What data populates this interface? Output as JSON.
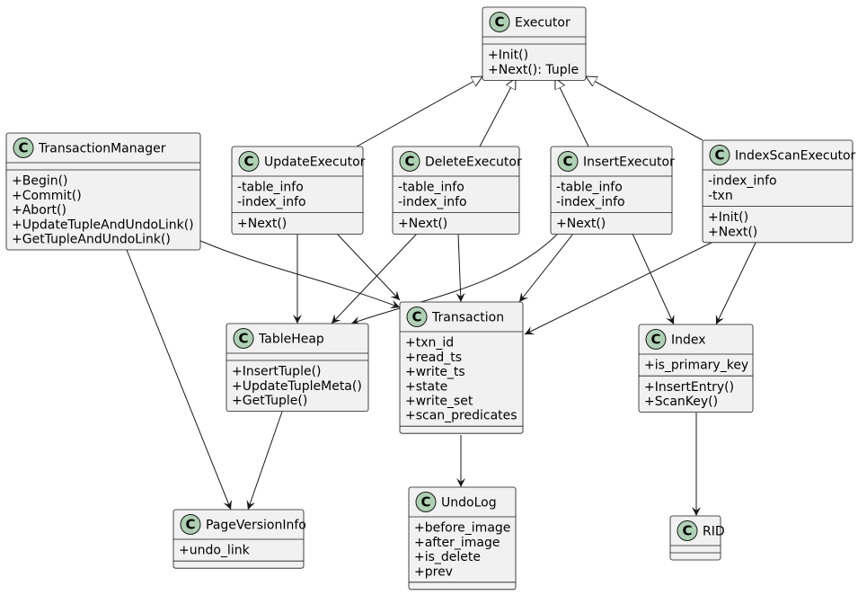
{
  "colors": {
    "class_fill": "#f1f1f1",
    "class_border": "#181818",
    "class_icon": "#add1b2"
  },
  "class_icon_letter": "C",
  "classes": {
    "executor": {
      "name": "Executor",
      "attributes": [],
      "methods": [
        "+Init()",
        "+Next(): Tuple"
      ]
    },
    "transaction_manager": {
      "name": "TransactionManager",
      "attributes": [],
      "methods": [
        "+Begin()",
        "+Commit()",
        "+Abort()",
        "+UpdateTupleAndUndoLink()",
        "+GetTupleAndUndoLink()"
      ]
    },
    "update_executor": {
      "name": "UpdateExecutor",
      "attributes": [
        "-table_info",
        "-index_info"
      ],
      "methods": [
        "+Next()"
      ]
    },
    "delete_executor": {
      "name": "DeleteExecutor",
      "attributes": [
        "-table_info",
        "-index_info"
      ],
      "methods": [
        "+Next()"
      ]
    },
    "insert_executor": {
      "name": "InsertExecutor",
      "attributes": [
        "-table_info",
        "-index_info"
      ],
      "methods": [
        "+Next()"
      ]
    },
    "index_scan_executor": {
      "name": "IndexScanExecutor",
      "attributes": [
        "-index_info",
        "-txn"
      ],
      "methods": [
        "+Init()",
        "+Next()"
      ]
    },
    "table_heap": {
      "name": "TableHeap",
      "attributes": [],
      "methods": [
        "+InsertTuple()",
        "+UpdateTupleMeta()",
        "+GetTuple()"
      ]
    },
    "transaction": {
      "name": "Transaction",
      "attributes": [
        "+txn_id",
        "+read_ts",
        "+write_ts",
        "+state",
        "+write_set",
        "+scan_predicates"
      ],
      "methods": []
    },
    "index": {
      "name": "Index",
      "attributes": [
        "+is_primary_key"
      ],
      "methods": [
        "+InsertEntry()",
        "+ScanKey()"
      ]
    },
    "page_version_info": {
      "name": "PageVersionInfo",
      "attributes": [
        "+undo_link"
      ],
      "methods": []
    },
    "undo_log": {
      "name": "UndoLog",
      "attributes": [
        "+before_image",
        "+after_image",
        "+is_delete",
        "+prev"
      ],
      "methods": []
    },
    "rid": {
      "name": "RID",
      "attributes": [],
      "methods": []
    }
  },
  "relations": [
    {
      "from": "update_executor",
      "to": "executor",
      "kind": "inheritance"
    },
    {
      "from": "delete_executor",
      "to": "executor",
      "kind": "inheritance"
    },
    {
      "from": "insert_executor",
      "to": "executor",
      "kind": "inheritance"
    },
    {
      "from": "index_scan_executor",
      "to": "executor",
      "kind": "inheritance"
    },
    {
      "from": "transaction_manager",
      "to": "transaction",
      "kind": "association"
    },
    {
      "from": "transaction_manager",
      "to": "page_version_info",
      "kind": "association"
    },
    {
      "from": "update_executor",
      "to": "table_heap",
      "kind": "association"
    },
    {
      "from": "update_executor",
      "to": "transaction",
      "kind": "association"
    },
    {
      "from": "delete_executor",
      "to": "table_heap",
      "kind": "association"
    },
    {
      "from": "delete_executor",
      "to": "transaction",
      "kind": "association"
    },
    {
      "from": "insert_executor",
      "to": "table_heap",
      "kind": "association"
    },
    {
      "from": "insert_executor",
      "to": "transaction",
      "kind": "association"
    },
    {
      "from": "insert_executor",
      "to": "index",
      "kind": "association"
    },
    {
      "from": "index_scan_executor",
      "to": "transaction",
      "kind": "association"
    },
    {
      "from": "index_scan_executor",
      "to": "index",
      "kind": "association"
    },
    {
      "from": "table_heap",
      "to": "page_version_info",
      "kind": "association"
    },
    {
      "from": "transaction",
      "to": "undo_log",
      "kind": "association"
    },
    {
      "from": "index",
      "to": "rid",
      "kind": "association"
    }
  ]
}
